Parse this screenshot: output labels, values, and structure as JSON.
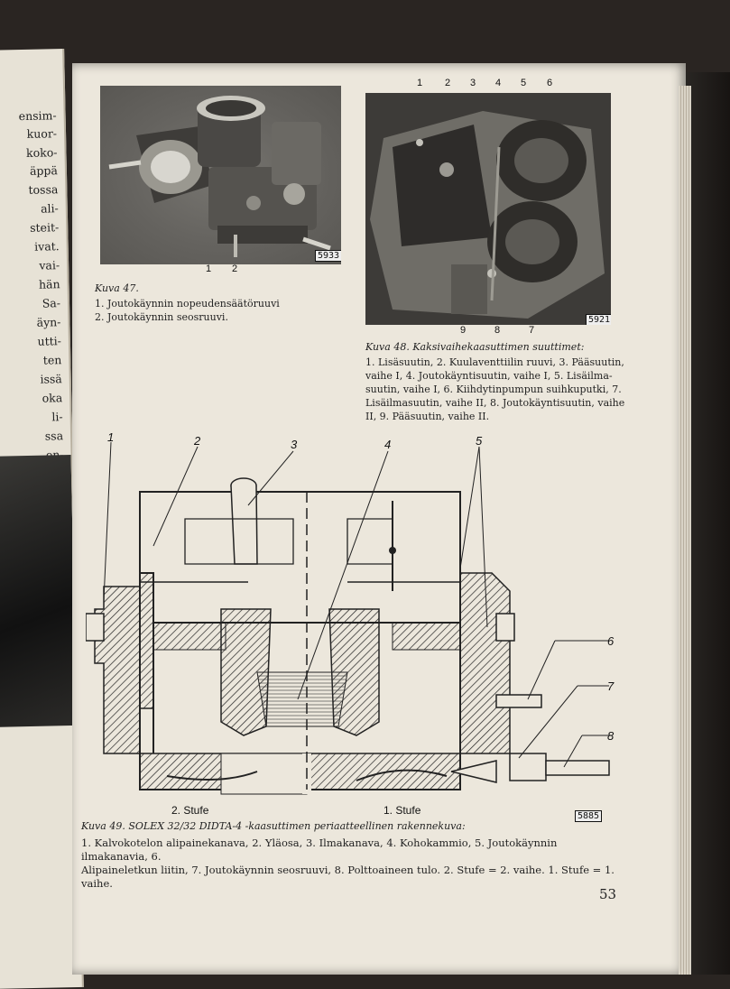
{
  "left_page": {
    "lines": [
      "ensim-",
      "kuor-",
      "koko-",
      "äppä",
      "tossa",
      "ali-",
      "steit-",
      "ivat.",
      "vai-",
      "hän",
      "Sa-",
      "äyn-",
      "utti-",
      "ten",
      "issä",
      "oka",
      "li-",
      "ssa",
      "en-"
    ]
  },
  "figure47": {
    "photo_tag": "5933",
    "callouts": [
      "1",
      "2"
    ],
    "title": "Kuva 47.",
    "items": [
      "1. Joutokäynnin nopeudensäätöruuvi",
      "2. Joutokäynnin seosruuvi."
    ]
  },
  "figure48": {
    "photo_tag": "5921",
    "top_callouts": [
      "1",
      "2",
      "3",
      "4",
      "5",
      "6"
    ],
    "bottom_callouts": [
      "9",
      "8",
      "7"
    ],
    "title": "Kuva 48. Kaksivaihekaasuttimen suuttimet:",
    "lines": [
      "1. Lisäsuutin, 2. Kuulaventtiilin ruuvi, 3. Pääsuutin,",
      "vaihe I, 4. Joutokäyntisuutin, vaihe I, 5. Lisäilma-",
      "suutin, vaihe I, 6. Kiihdytinpumpun suihkuputki, 7.",
      "Lisäilmasuutin, vaihe II, 8. Joutokäyntisuutin, vaihe",
      "II, 9. Pääsuutin, vaihe II."
    ]
  },
  "figure49": {
    "callouts": [
      "1",
      "2",
      "3",
      "4",
      "5",
      "6",
      "7",
      "8"
    ],
    "stage_left": "2. Stufe",
    "stage_right": "1. Stufe",
    "tag": "5885",
    "title": "Kuva 49. SOLEX 32/32 DIDTA-4 -kaasuttimen periaatteellinen rakennekuva:",
    "lines": [
      "1. Kalvokotelon alipainekanava, 2. Yläosa, 3. Ilmakanava, 4. Kohokammio, 5. Joutokäynnin ilmakanavia, 6.",
      "Alipaineletkun liitin, 7. Joutokäynnin seosruuvi, 8. Polttoaineen tulo. 2. Stufe = 2. vaihe. 1. Stufe = 1. vaihe."
    ]
  },
  "page_number": "53"
}
